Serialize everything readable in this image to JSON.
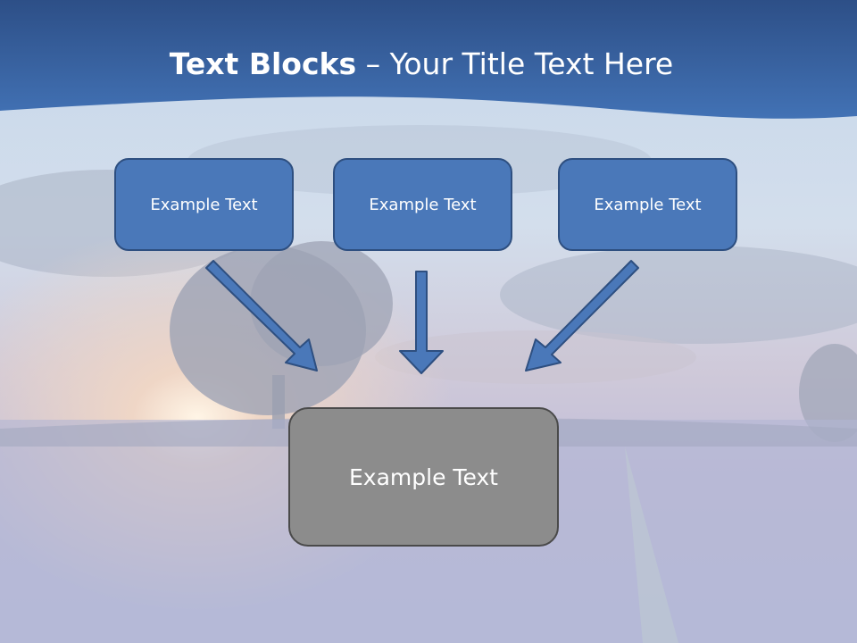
{
  "title": {
    "bold": "Text Blocks",
    "rest": " – Your Title Text Here"
  },
  "boxes": [
    {
      "label": "Example Text"
    },
    {
      "label": "Example Text"
    },
    {
      "label": "Example Text"
    }
  ],
  "target": {
    "label": "Example Text"
  },
  "colors": {
    "header": "#3f6aa6",
    "box_fill": "#4a78b9",
    "box_border": "#2e4f80",
    "target_fill": "#8c8c8c",
    "arrow": "#4a78b9"
  }
}
